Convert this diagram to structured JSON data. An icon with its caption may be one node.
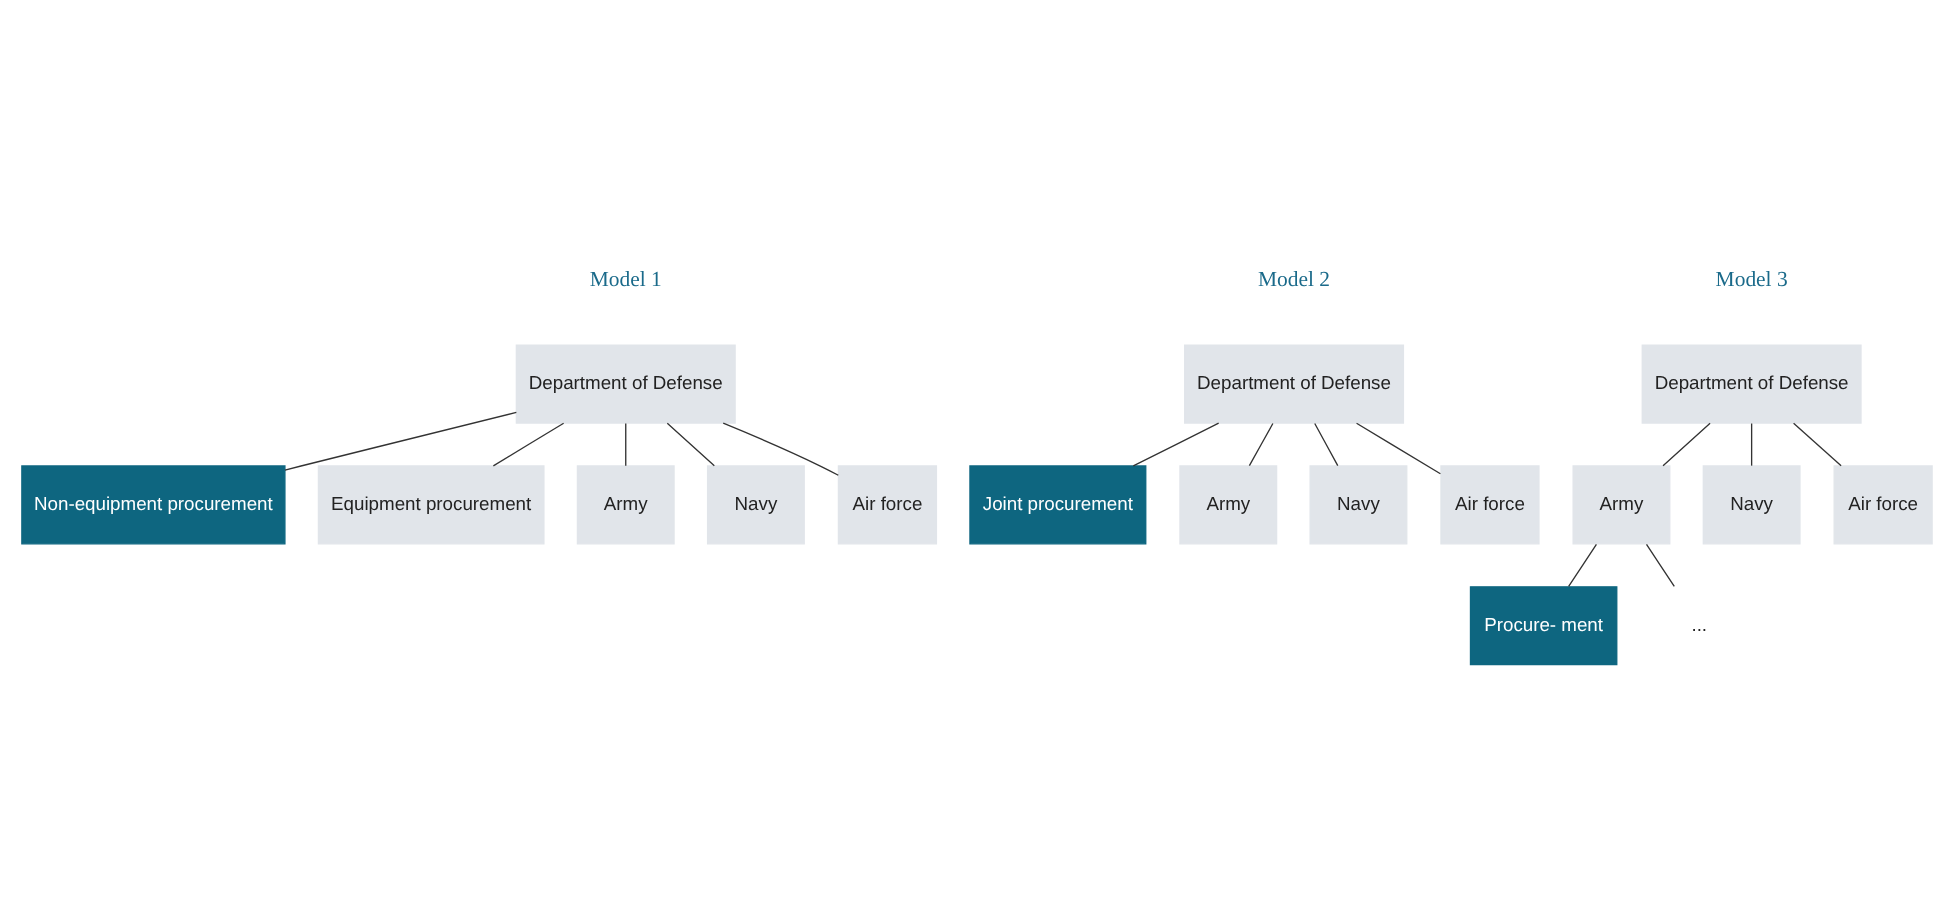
{
  "diagram": {
    "nodes": [
      {
        "text": [
          "Department of Defense"
        ]
      },
      {
        "text": [
          "Non-equipment procurement"
        ]
      },
      {
        "text": [
          "Equipment procurement"
        ]
      },
      {
        "text": [
          "Army"
        ]
      },
      {
        "text": [
          "Navy"
        ]
      },
      {
        "text": [
          "Air force"
        ]
      },
      {
        "text": [
          "Department of Defense"
        ]
      },
      {
        "text": [
          "Joint procurement"
        ]
      },
      {
        "text": [
          "Army"
        ]
      },
      {
        "text": [
          "Navy"
        ]
      },
      {
        "text": [
          "Air force"
        ]
      },
      {
        "text": [
          "Department of Defense"
        ]
      },
      {
        "text": [
          "Army"
        ]
      },
      {
        "text": [
          "Navy"
        ]
      },
      {
        "text": [
          "Air force"
        ]
      },
      {
        "text": [
          "Procure- ment"
        ]
      },
      {
        "text": [
          "..."
        ]
      }
    ],
    "edges": [
      {
        "from": 0,
        "to": 1,
        "arrow": "none"
      },
      {
        "from": 0,
        "to": 2,
        "arrow": "none"
      },
      {
        "from": 0,
        "to": 3,
        "arrow": "none"
      },
      {
        "from": 0,
        "to": 4,
        "arrow": "none"
      },
      {
        "from": 0,
        "to": 5,
        "arrow": "none"
      },
      {
        "from": 6,
        "to": 7,
        "arrow": "none"
      },
      {
        "from": 6,
        "to": 8,
        "arrow": "none"
      },
      {
        "from": 6,
        "to": 9,
        "arrow": "none"
      },
      {
        "from": 6,
        "to": 10,
        "arrow": "none"
      },
      {
        "from": 11,
        "to": 12,
        "arrow": "none"
      },
      {
        "from": 11,
        "to": 13,
        "arrow": "none"
      },
      {
        "from": 11,
        "to": 14,
        "arrow": "none"
      },
      {
        "from": 12,
        "to": 15,
        "arrow": "none"
      },
      {
        "from": 12,
        "to": 16,
        "arrow": "none"
      }
    ],
    "labels": [
      "Model 1",
      "Model 2",
      "Model 3"
    ]
  }
}
